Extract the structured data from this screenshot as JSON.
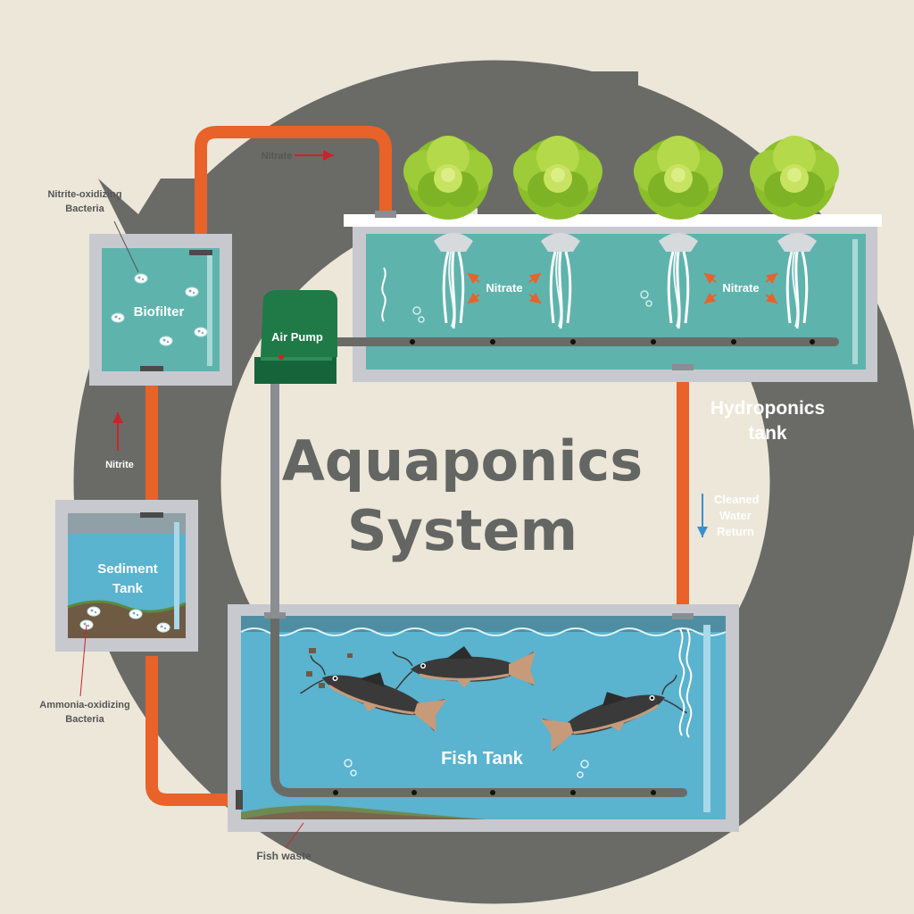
{
  "title": {
    "line1": "Aquaponics",
    "line2": "System"
  },
  "components": {
    "biofilter": "Biofilter",
    "air_pump": "Air Pump",
    "hydroponics_line1": "Hydroponics",
    "hydroponics_line2": "tank",
    "sediment_line1": "Sediment",
    "sediment_line2": "Tank",
    "fish_tank": "Fish Tank"
  },
  "labels": {
    "nitrite_bacteria_line1": "Nitrite-oxidizing",
    "nitrite_bacteria_line2": "Bacteria",
    "nitrate_pipe": "Nitrate",
    "nitrate_left": "Nitrate",
    "nitrate_right": "Nitrate",
    "nitrite": "Nitrite",
    "cleaned_line1": "Cleaned",
    "cleaned_line2": "Water",
    "cleaned_line3": "Return",
    "ammonia_line1": "Ammonia-oxidizing",
    "ammonia_line2": "Bacteria",
    "fish_waste": "Fish waste"
  },
  "colors": {
    "background": "#ece7d9",
    "cycle_arrow": "#6a6b67",
    "pipe": "#e8622a",
    "pump": "#1f7a47",
    "water_fish": "#5ab3cf",
    "water_filter": "#5fb3ad",
    "tank_frame": "#c7c9cf",
    "flow_arrow_red": "#c8252a",
    "flow_arrow_blue": "#3a8fcf"
  }
}
